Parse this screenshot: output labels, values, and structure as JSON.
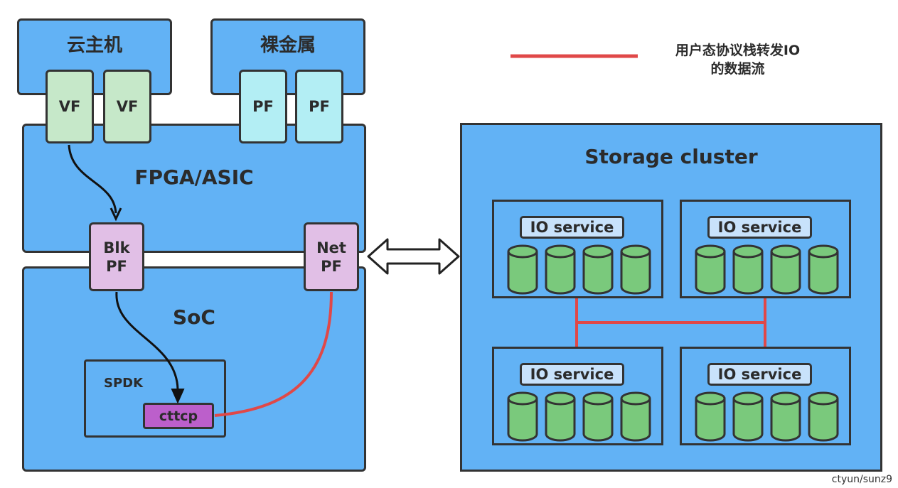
{
  "hosts": {
    "cloud_host": {
      "label": "云主机",
      "vfs": [
        "VF",
        "VF"
      ]
    },
    "bare_metal": {
      "label": "裸金属",
      "pfs": [
        "PF",
        "PF"
      ]
    }
  },
  "fpga": {
    "label": "FPGA/ASIC"
  },
  "blk_pf": {
    "label": "Blk\nPF"
  },
  "net_pf": {
    "label": "Net\nPF"
  },
  "soc": {
    "label": "SoC",
    "spdk": {
      "label": "SPDK",
      "cttcp": "cttcp"
    }
  },
  "legend": {
    "text": "用户态协议栈转发IO\n的数据流",
    "color": "#e04848"
  },
  "storage": {
    "label": "Storage cluster",
    "nodes": [
      {
        "service": "IO service",
        "disks": 4
      },
      {
        "service": "IO service",
        "disks": 4
      },
      {
        "service": "IO service",
        "disks": 4
      },
      {
        "service": "IO service",
        "disks": 4
      }
    ]
  },
  "credit": "ctyun/sunz9",
  "colors": {
    "panel": "#62b2f5",
    "vf": "#c6e8c9",
    "pf": "#b3eef4",
    "pink_pf": "#e1bfe6",
    "cttcp": "#bc5fcb",
    "disk": "#7ac97c",
    "dataflow": "#e04848"
  }
}
